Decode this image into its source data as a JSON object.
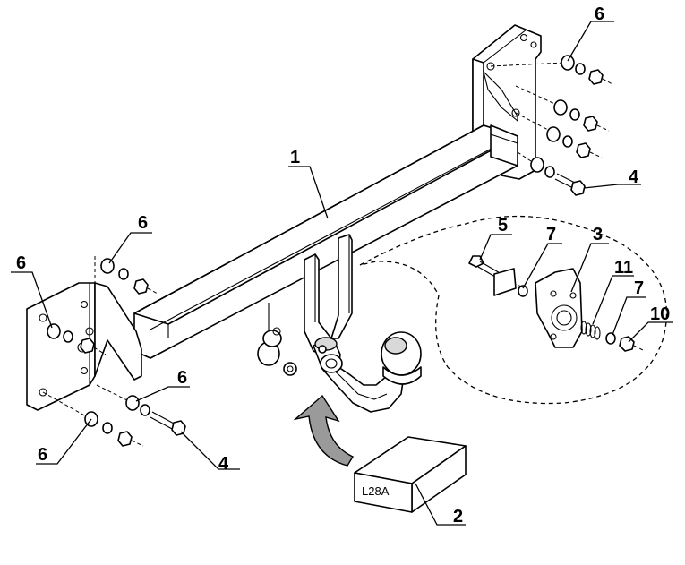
{
  "callouts": {
    "c1": "1",
    "c2": "2",
    "c3": "3",
    "c4_right": "4",
    "c4_left": "4",
    "c5": "5",
    "c6_top_right": "6",
    "c6_left_bracket_top": "6",
    "c6_left_plate": "6",
    "c6_left_mid": "6",
    "c6_left_bottom": "6",
    "c7_upper": "7",
    "c7_lower": "7",
    "c10": "10",
    "c11": "11"
  },
  "box_label": "L28A"
}
